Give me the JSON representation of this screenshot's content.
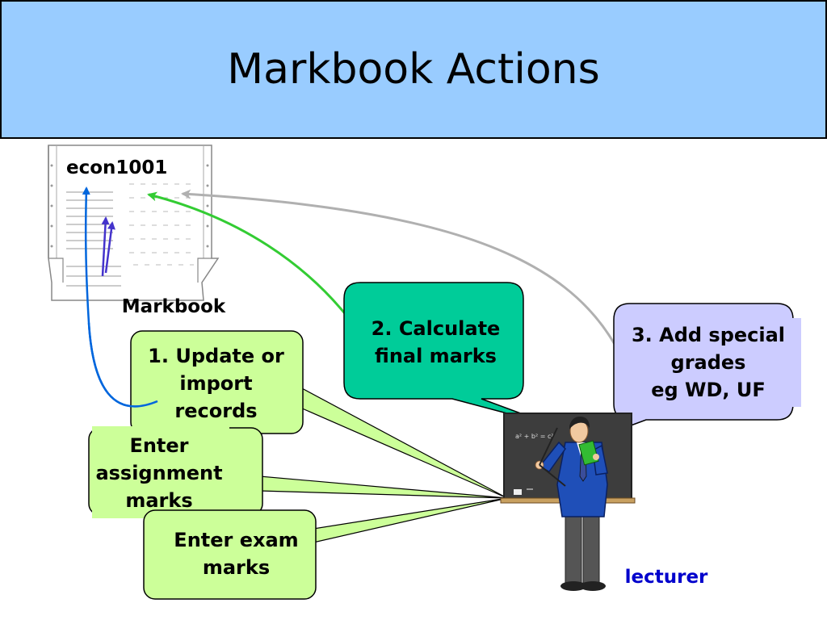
{
  "title": "Markbook Actions",
  "markbook": {
    "course_label": "econ1001",
    "caption": "Markbook"
  },
  "callouts": {
    "update": "1. Update or\nimport\nrecords",
    "calculate": "2. Calculate\nfinal marks",
    "special": "3. Add special\ngrades\neg WD, UF",
    "assignment": "Enter\nassignment\nmarks",
    "exam": "Enter exam\nmarks"
  },
  "lecturer_label": "lecturer",
  "chalkboard_text": "a² + b² = c²",
  "colors": {
    "title_bg": "#99ccff",
    "callout_green": "#ccff99",
    "callout_teal": "#00cc99",
    "callout_lavender": "#ccccff",
    "arrow_blue": "#0066dd",
    "arrow_green": "#33cc33",
    "arrow_gray": "#b0b0b0",
    "lecturer_text": "#0000cc"
  },
  "icons": {
    "markbook": "spreadsheet-icon",
    "lecturer": "teacher-figure-icon"
  }
}
